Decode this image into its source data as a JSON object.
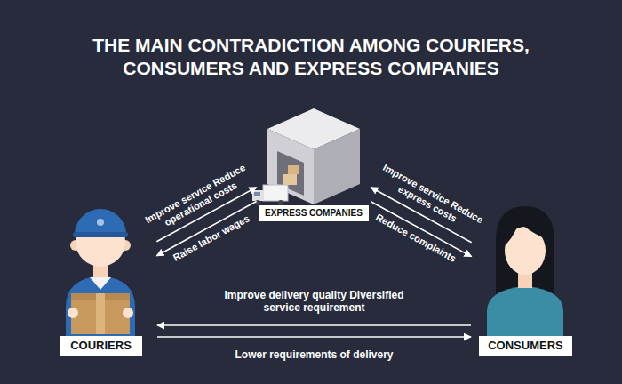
{
  "diagram": {
    "title": "THE MAIN CONTRADICTION AMONG COURIERS, CONSUMERS AND EXPRESS COMPANIES",
    "nodes": [
      {
        "text": [
          "EXPRESS COMPANIES"
        ]
      },
      {
        "text": [
          "COURIERS"
        ]
      },
      {
        "text": [
          "CONSUMERS"
        ]
      }
    ],
    "edges": [
      {
        "from": 1,
        "to": 0,
        "arrow": "to",
        "label": "Improve service Reduce operational costs"
      },
      {
        "from": 0,
        "to": 1,
        "arrow": "to",
        "label": "Raise labor wages"
      },
      {
        "from": 2,
        "to": 0,
        "arrow": "to",
        "label": "Improve service Reduce express costs"
      },
      {
        "from": 0,
        "to": 2,
        "arrow": "to",
        "label": "Reduce complaints"
      },
      {
        "from": 2,
        "to": 1,
        "arrow": "to",
        "label": "Improve delivery quality Diversified service requirement"
      },
      {
        "from": 1,
        "to": 2,
        "arrow": "to",
        "label": "Lower requirements of delivery"
      }
    ]
  }
}
